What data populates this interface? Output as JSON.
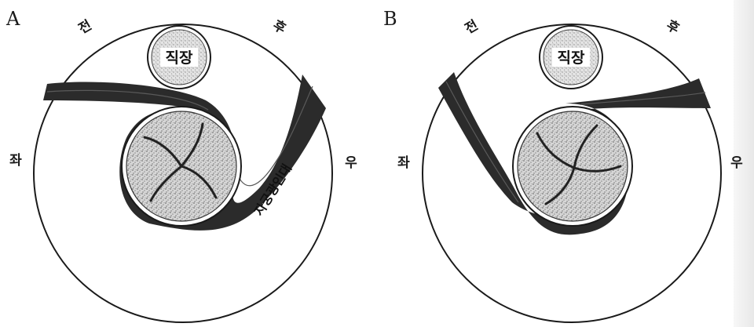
{
  "panels": [
    {
      "letter": "A",
      "anterior": "전",
      "posterior": "후",
      "left": "좌",
      "right": "우",
      "rectum": "직장",
      "ligament": "자궁광인대"
    },
    {
      "letter": "B",
      "anterior": "전",
      "posterior": "후",
      "left": "좌",
      "right": "우",
      "rectum": "직장"
    }
  ],
  "colors": {
    "ink": "#1a1a1a",
    "ligament": "#2b2b2b",
    "stipple": "#9a9a9a",
    "page": "#ffffff"
  }
}
